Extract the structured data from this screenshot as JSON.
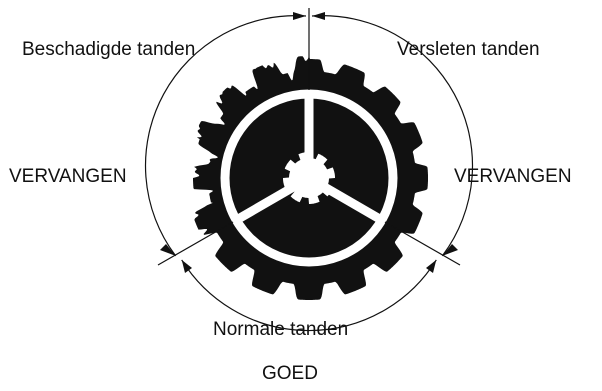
{
  "labels": {
    "damaged_teeth": "Beschadigde tanden",
    "worn_teeth": "Versleten tanden",
    "replace_left": "VERVANGEN",
    "replace_right": "VERVANGEN",
    "normal_teeth": "Normale tanden",
    "good": "GOED"
  },
  "diagram": {
    "tooth_count": 16,
    "ink_color": "#111111",
    "background": "#ffffff"
  }
}
